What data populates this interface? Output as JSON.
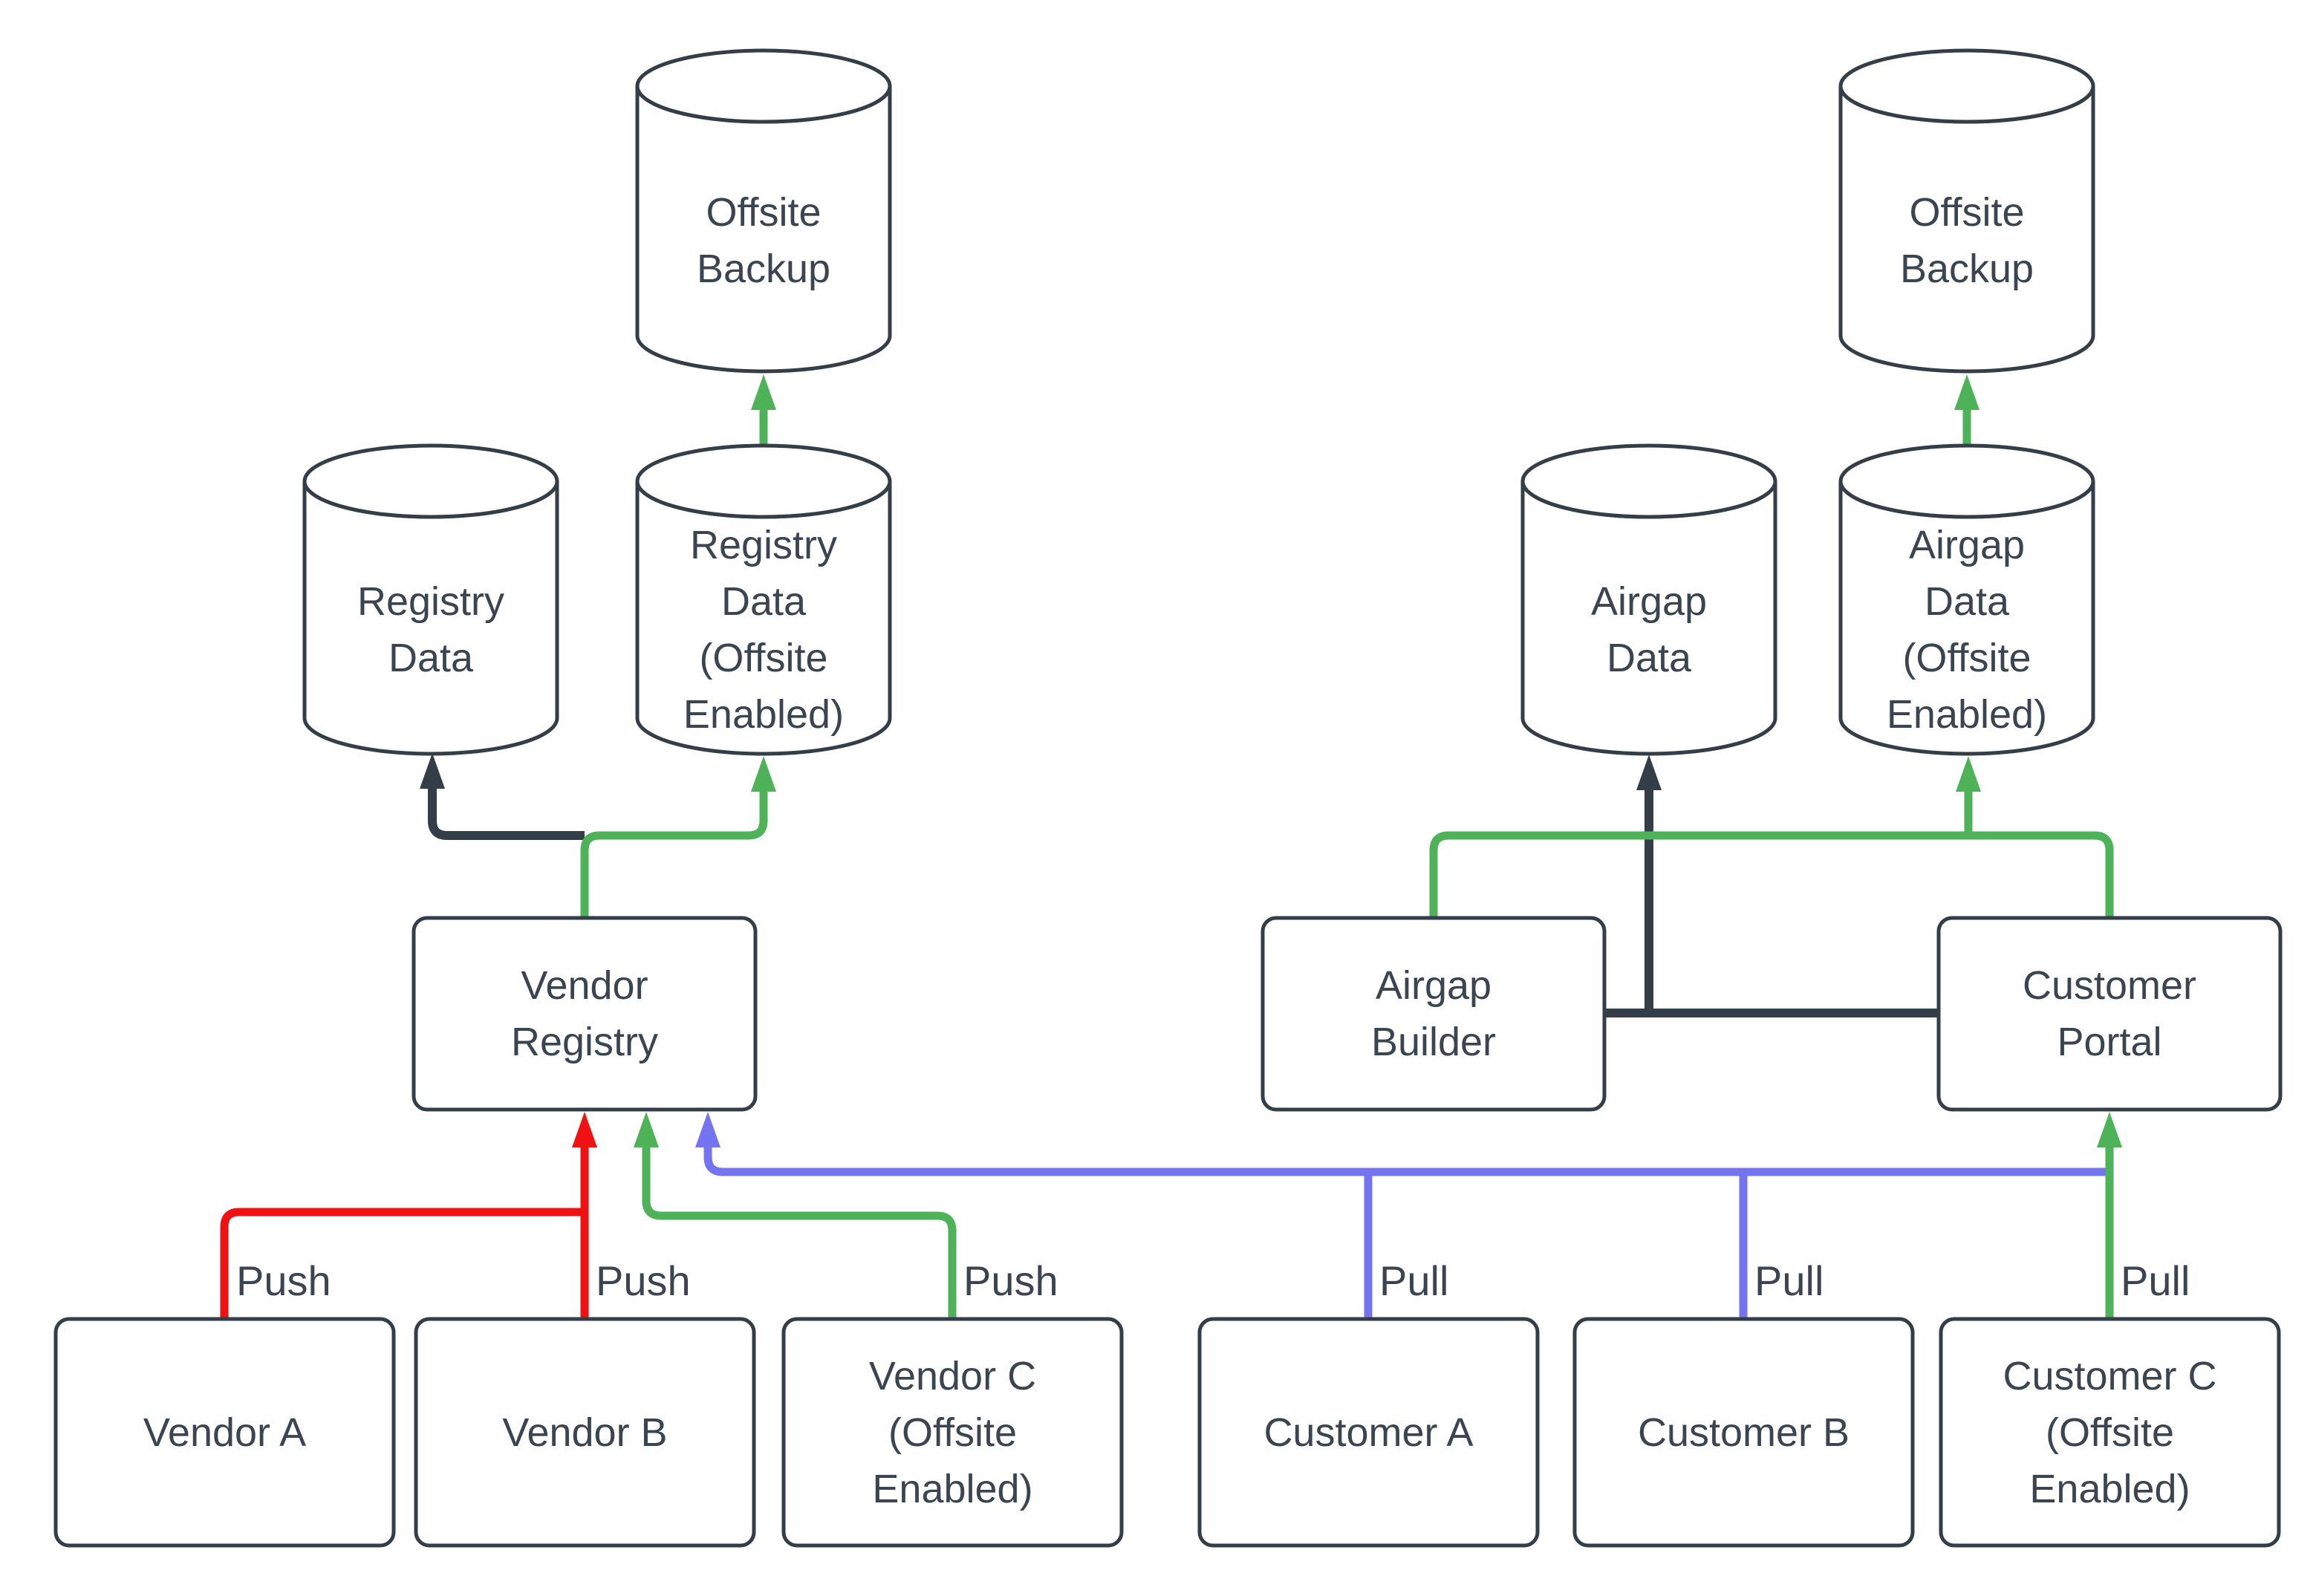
{
  "colors": {
    "background": "#ffffff",
    "outline": "#343e49",
    "text": "#3b4551",
    "red": "#f01212",
    "green": "#4eb259",
    "blue": "#7474f1"
  },
  "nodes": {
    "offsite_backup_left": {
      "label": "Offsite\nBackup",
      "shape": "cylinder"
    },
    "registry_data": {
      "label": "Registry\nData",
      "shape": "cylinder"
    },
    "registry_data_offsite": {
      "label": "Registry\nData\n(Offsite\nEnabled)",
      "shape": "cylinder"
    },
    "vendor_registry": {
      "label": "Vendor\nRegistry",
      "shape": "box"
    },
    "vendor_a": {
      "label": "Vendor A",
      "shape": "box"
    },
    "vendor_b": {
      "label": "Vendor B",
      "shape": "box"
    },
    "vendor_c": {
      "label": "Vendor C\n(Offsite\nEnabled)",
      "shape": "box"
    },
    "offsite_backup_right": {
      "label": "Offsite\nBackup",
      "shape": "cylinder"
    },
    "airgap_data": {
      "label": "Airgap\nData",
      "shape": "cylinder"
    },
    "airgap_data_offsite": {
      "label": "Airgap\nData\n(Offsite\nEnabled)",
      "shape": "cylinder"
    },
    "airgap_builder": {
      "label": "Airgap\nBuilder",
      "shape": "box"
    },
    "customer_portal": {
      "label": "Customer\nPortal",
      "shape": "box"
    },
    "customer_a": {
      "label": "Customer A",
      "shape": "box"
    },
    "customer_b": {
      "label": "Customer B",
      "shape": "box"
    },
    "customer_c": {
      "label": "Customer C\n(Offsite\nEnabled)",
      "shape": "box"
    }
  },
  "edges": [
    {
      "id": "vendor_a_push",
      "from": "vendor_a",
      "to": "vendor_registry",
      "color": "red",
      "label": "Push"
    },
    {
      "id": "vendor_b_push",
      "from": "vendor_b",
      "to": "vendor_registry",
      "color": "red",
      "label": "Push"
    },
    {
      "id": "vendor_c_push",
      "from": "vendor_c",
      "to": "vendor_registry",
      "color": "green",
      "label": "Push"
    },
    {
      "id": "customer_a_pull",
      "from": "customer_a",
      "to": "vendor_registry",
      "color": "blue",
      "label": "Pull"
    },
    {
      "id": "customer_b_pull",
      "from": "customer_b",
      "to": "vendor_registry",
      "color": "blue",
      "label": "Pull"
    },
    {
      "id": "customer_c_pull",
      "from": "customer_c",
      "to": "customer_portal",
      "color": "green",
      "label": "Pull"
    },
    {
      "id": "registry_write",
      "from": "vendor_registry",
      "to": "registry_data",
      "color": "dark",
      "label": ""
    },
    {
      "id": "registry_offsite_write",
      "from": "vendor_registry",
      "to": "registry_data_offsite",
      "color": "green",
      "label": ""
    },
    {
      "id": "registry_offsite_backup",
      "from": "registry_data_offsite",
      "to": "offsite_backup_left",
      "color": "green",
      "label": ""
    },
    {
      "id": "airgap_builder_write",
      "from": "airgap_builder",
      "to": "airgap_data",
      "color": "dark",
      "label": ""
    },
    {
      "id": "customer_portal_airgap",
      "from": "customer_portal",
      "to": "airgap_data",
      "color": "dark",
      "label": ""
    },
    {
      "id": "airgap_offsite_builder",
      "from": "airgap_builder",
      "to": "airgap_data_offsite",
      "color": "green",
      "label": ""
    },
    {
      "id": "airgap_offsite_portal",
      "from": "customer_portal",
      "to": "airgap_data_offsite",
      "color": "green",
      "label": ""
    },
    {
      "id": "airgap_offsite_backup",
      "from": "airgap_data_offsite",
      "to": "offsite_backup_right",
      "color": "green",
      "label": ""
    }
  ]
}
